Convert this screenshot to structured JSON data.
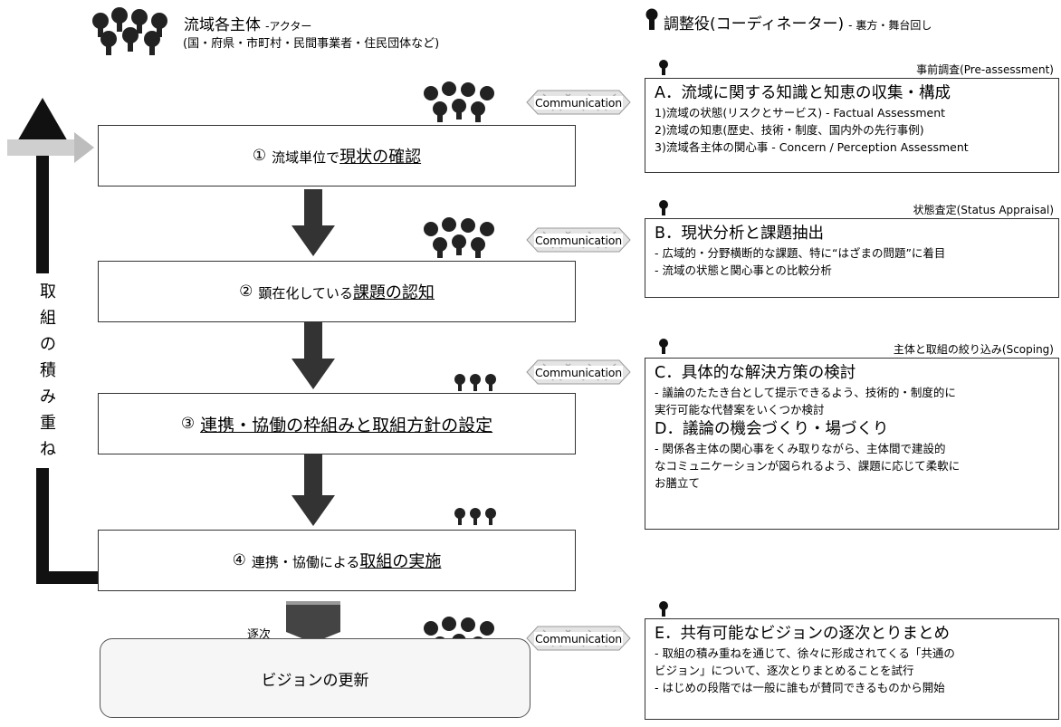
{
  "header": {
    "actors_title": "流域各主体",
    "actors_suffix": "-アクター",
    "actors_note": "(国・府県・市町村・民間事業者・住民団体など)",
    "coordinator_title": "調整役(コーディネーター)",
    "coordinator_suffix": "- 裏方・舞台回し"
  },
  "steps": [
    {
      "num": "①",
      "pre": "流域単位で",
      "key": "現状の確認",
      "post": ""
    },
    {
      "num": "②",
      "pre": "顕在化している",
      "key": "課題の認知",
      "post": ""
    },
    {
      "num": "③",
      "pre": "",
      "key": "連携・協働の枠組みと取組方針の設定",
      "post": ""
    },
    {
      "num": "④",
      "pre": "連携・協働による",
      "key": "取組の実施",
      "post": ""
    }
  ],
  "vertical_label": [
    "取",
    "組",
    "の",
    "積",
    "み",
    "重",
    "ね"
  ],
  "sequential_label": "逐次",
  "vision_label": "ビジョンの更新",
  "communication_label": "Communication",
  "right_boxes": [
    {
      "label": "事前調査(Pre-assessment)",
      "heading": "A．流域に関する知識と知恵の収集・構成",
      "lines": [
        "1)流域の状態(リスクとサービス) - Factual Assessment",
        "2)流域の知恵(歴史、技術・制度、国内外の先行事例)",
        "3)流域各主体の関心事 - Concern / Perception Assessment"
      ]
    },
    {
      "label": "状態査定(Status Appraisal)",
      "heading": "B．現状分析と課題抽出",
      "lines": [
        "-  広域的・分野横断的な課題、特に“はざまの問題”に着目",
        "-  流域の状態と関心事との比較分析"
      ]
    },
    {
      "label": "主体と取組の絞り込み(Scoping)",
      "heading": "C．具体的な解決方策の検討",
      "lines": [
        "-  議論のたたき台として提示できるよう、技術的・制度的に",
        "   実行可能な代替案をいくつか検討"
      ],
      "heading2": "D．議論の機会づくり・場づくり",
      "lines2": [
        "-  関係各主体の関心事をくみ取りながら、主体間で建設的",
        "   なコミュニケーションが図られるよう、課題に応じて柔軟に",
        "   お膳立て"
      ]
    },
    {
      "label": "",
      "heading": "E．共有可能なビジョンの逐次とりまとめ",
      "lines": [
        "-  取組の積み重ねを通じて、徐々に形成されてくる「共通の",
        "   ビジョン」について、逐次とりまとめることを試行",
        "-  はじめの段階では一般に誰もが賛同できるものから開始"
      ]
    }
  ]
}
